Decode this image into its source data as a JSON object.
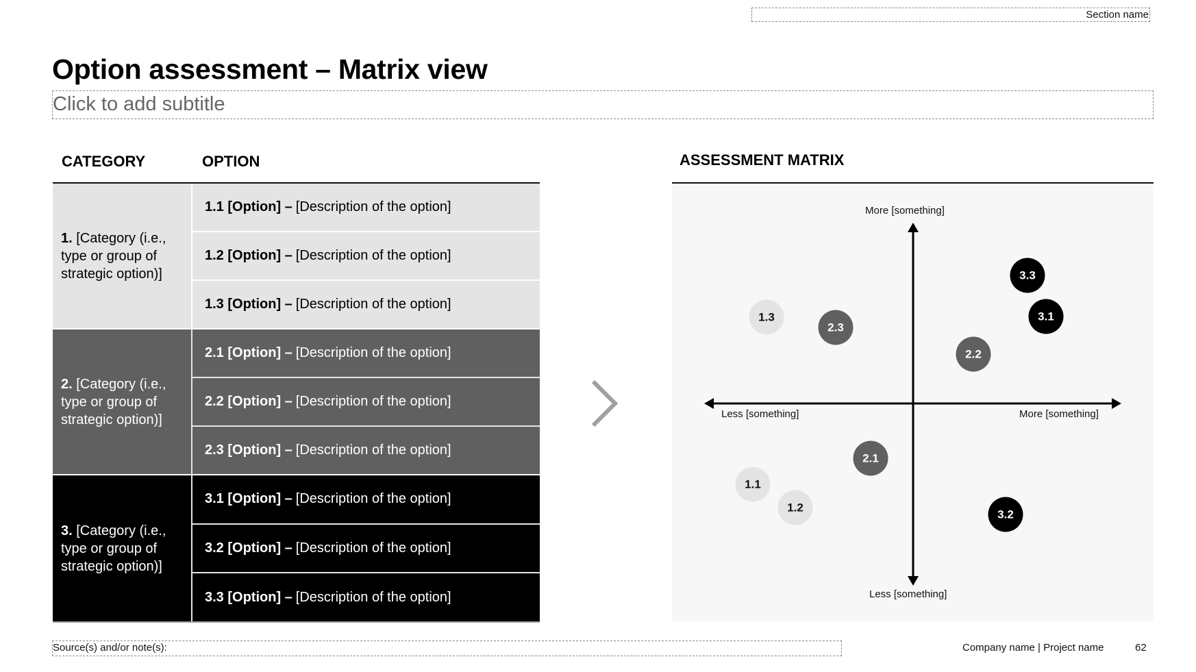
{
  "header": {
    "section_name": "Section name",
    "title": "Option assessment – Matrix view",
    "subtitle_placeholder": "Click to add subtitle"
  },
  "table": {
    "headers": {
      "category": "CATEGORY",
      "option": "OPTION"
    },
    "groups": [
      {
        "number": "1.",
        "label": "[Category (i.e., type or group of strategic option)]",
        "color": "#E4E4E4",
        "options": [
          {
            "id": "1.1 [Option] –",
            "desc": "[Description of the option]"
          },
          {
            "id": "1.2 [Option] –",
            "desc": "[Description of the option]"
          },
          {
            "id": "1.3 [Option] –",
            "desc": "[Description of the option]"
          }
        ]
      },
      {
        "number": "2.",
        "label": "[Category (i.e., type or group of strategic option)]",
        "color": "#606060",
        "options": [
          {
            "id": "2.1 [Option] –",
            "desc": "[Description of the option]"
          },
          {
            "id": "2.2 [Option] –",
            "desc": "[Description of the option]"
          },
          {
            "id": "2.3 [Option] –",
            "desc": "[Description of the option]"
          }
        ]
      },
      {
        "number": "3.",
        "label": "[Category (i.e., type or group of strategic option)]",
        "color": "#000000",
        "options": [
          {
            "id": "3.1 [Option] –",
            "desc": "[Description of the option]"
          },
          {
            "id": "3.2 [Option] –",
            "desc": "[Description of the option]"
          },
          {
            "id": "3.3 [Option] –",
            "desc": "[Description of the option]"
          }
        ]
      }
    ]
  },
  "arrow_icon": "chevron-right-icon",
  "matrix": {
    "title": "ASSESSMENT MATRIX",
    "axes": {
      "y_top": "More [something]",
      "y_bottom": "Less [something]",
      "x_left": "Less [something]",
      "x_right": "More [something]"
    },
    "bubbles": [
      {
        "label": "1.1",
        "group": 1
      },
      {
        "label": "1.2",
        "group": 1
      },
      {
        "label": "1.3",
        "group": 1
      },
      {
        "label": "2.1",
        "group": 2
      },
      {
        "label": "2.2",
        "group": 2
      },
      {
        "label": "2.3",
        "group": 2
      },
      {
        "label": "3.1",
        "group": 3
      },
      {
        "label": "3.2",
        "group": 3
      },
      {
        "label": "3.3",
        "group": 3
      }
    ],
    "colors": {
      "group1": "#E4E4E4",
      "group2": "#606060",
      "group3": "#000000",
      "background": "#F7F7F7"
    }
  },
  "footer": {
    "source_label": "Source(s) and/or note(s):",
    "company_project": "Company name | Project name",
    "page_number": "62"
  }
}
